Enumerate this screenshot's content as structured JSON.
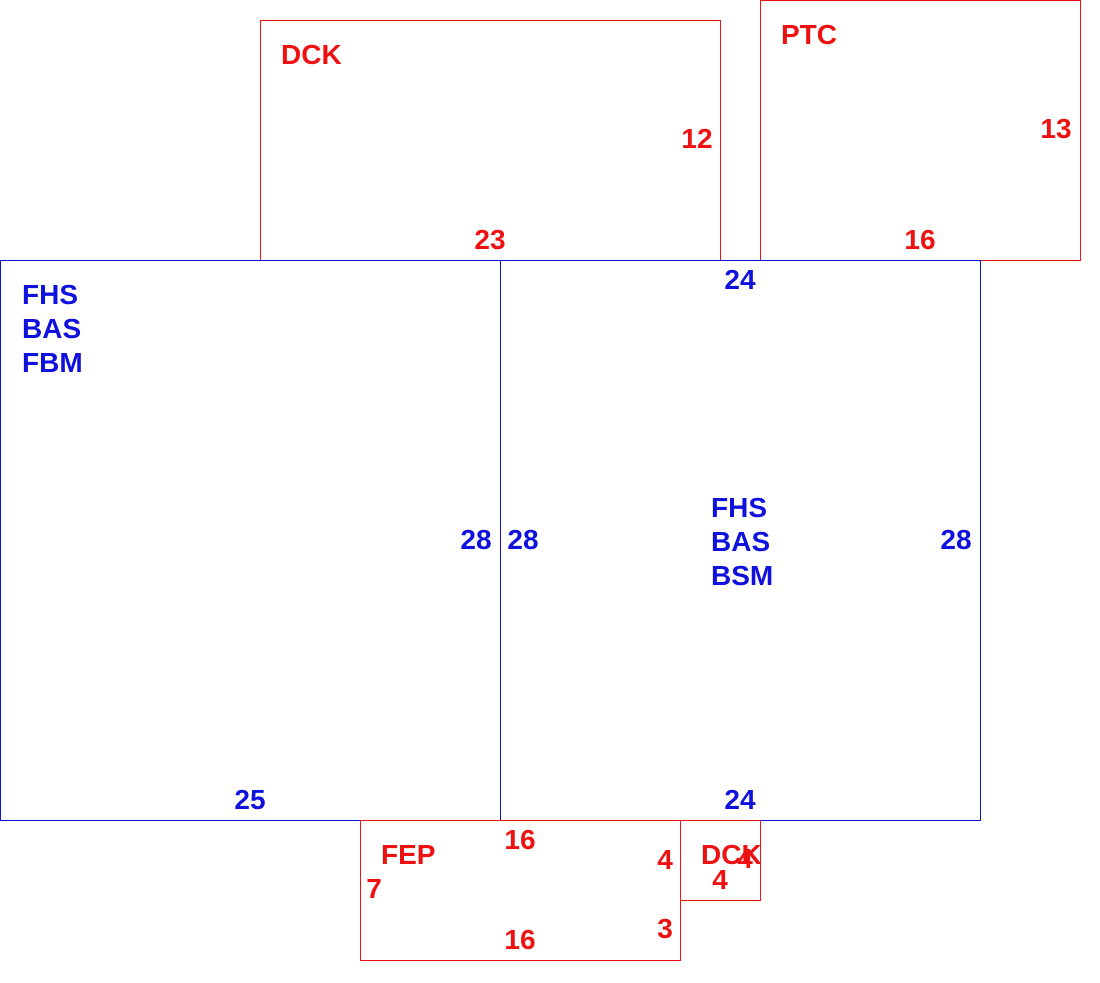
{
  "colors": {
    "addition": "#ee1111",
    "main": "#1111dd"
  },
  "areas": {
    "dck_top": {
      "label": "DCK",
      "dims": [
        "12",
        "23"
      ]
    },
    "ptc": {
      "label": "PTC",
      "dims": [
        "13",
        "16"
      ]
    },
    "left_main": {
      "codes": [
        "FHS",
        "BAS",
        "FBM"
      ],
      "dims": [
        "28",
        "25"
      ]
    },
    "right_main": {
      "codes": [
        "FHS",
        "BAS",
        "BSM"
      ],
      "dims": [
        "24",
        "28",
        "28",
        "24"
      ]
    },
    "fep": {
      "label": "FEP",
      "dims": [
        "16",
        "4",
        "7",
        "3",
        "16"
      ]
    },
    "dck_small": {
      "label": "DCK",
      "dims": [
        "4",
        "4"
      ]
    }
  }
}
